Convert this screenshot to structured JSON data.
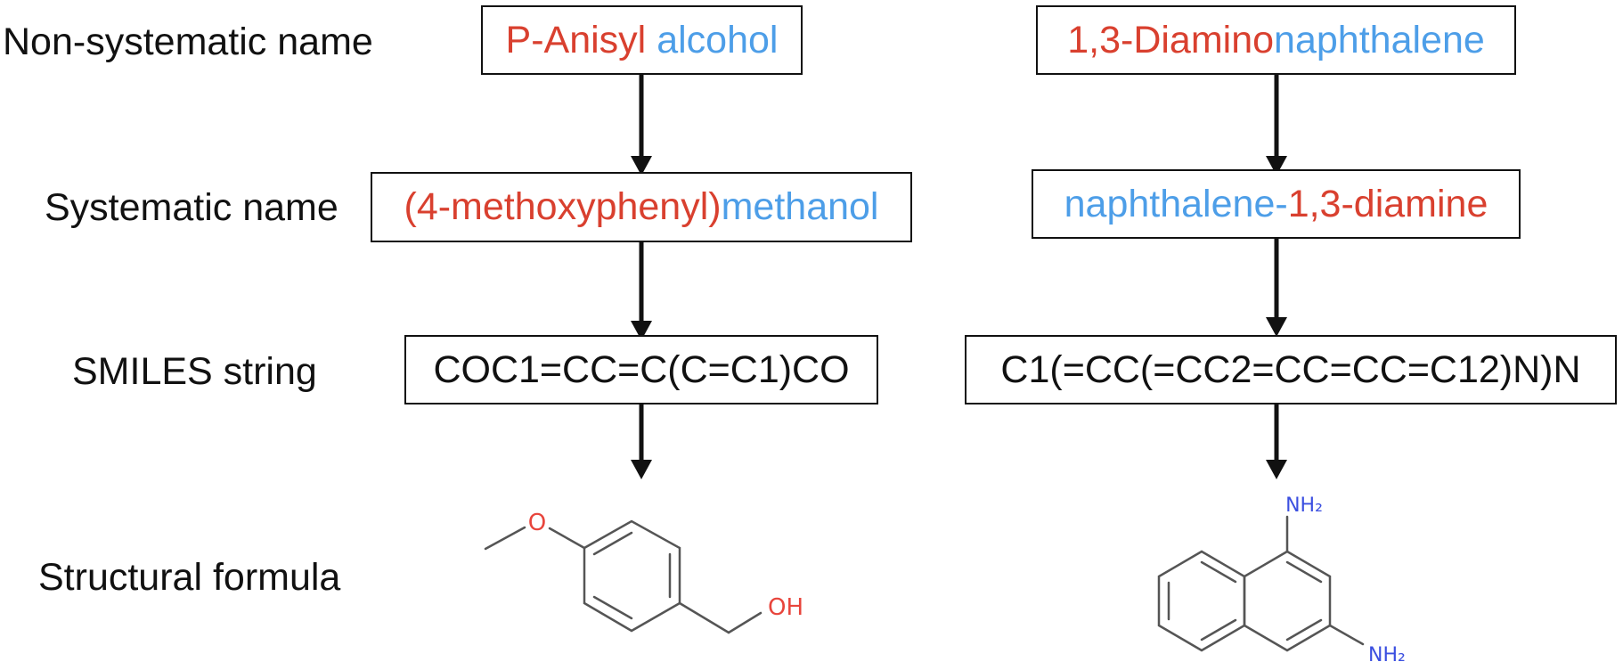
{
  "row_labels": {
    "non_systematic": "Non-systematic name",
    "systematic": "Systematic name",
    "smiles": "SMILES string",
    "structural": "Structural formula"
  },
  "compound_1": {
    "non_systematic": {
      "part_red": "P-Anisyl ",
      "part_blue": "alcohol"
    },
    "systematic": {
      "part_red": "(4-methoxyphenyl)",
      "part_blue": "methanol"
    },
    "smiles": "COC1=CC=C(C=C1)CO",
    "atom_labels": {
      "oxygen": "O",
      "hydroxyl": "OH"
    }
  },
  "compound_2": {
    "non_systematic": {
      "part_red": "1,3-Diamino",
      "part_blue": "naphthalene"
    },
    "systematic": {
      "part_blue": "naphthalene-",
      "part_red": "1,3-diamine"
    },
    "smiles": "C1(=CC(=CC2=CC=CC=C12)N)N",
    "atom_labels": {
      "amine_top": "NH₂",
      "amine_bottom": "NH₂"
    }
  },
  "colors": {
    "highlight_red": "#d9402f",
    "highlight_blue": "#4d9ee8",
    "atom_oxygen": "#e8453c",
    "atom_nitrogen": "#3b4fe0",
    "bond": "#555555"
  }
}
